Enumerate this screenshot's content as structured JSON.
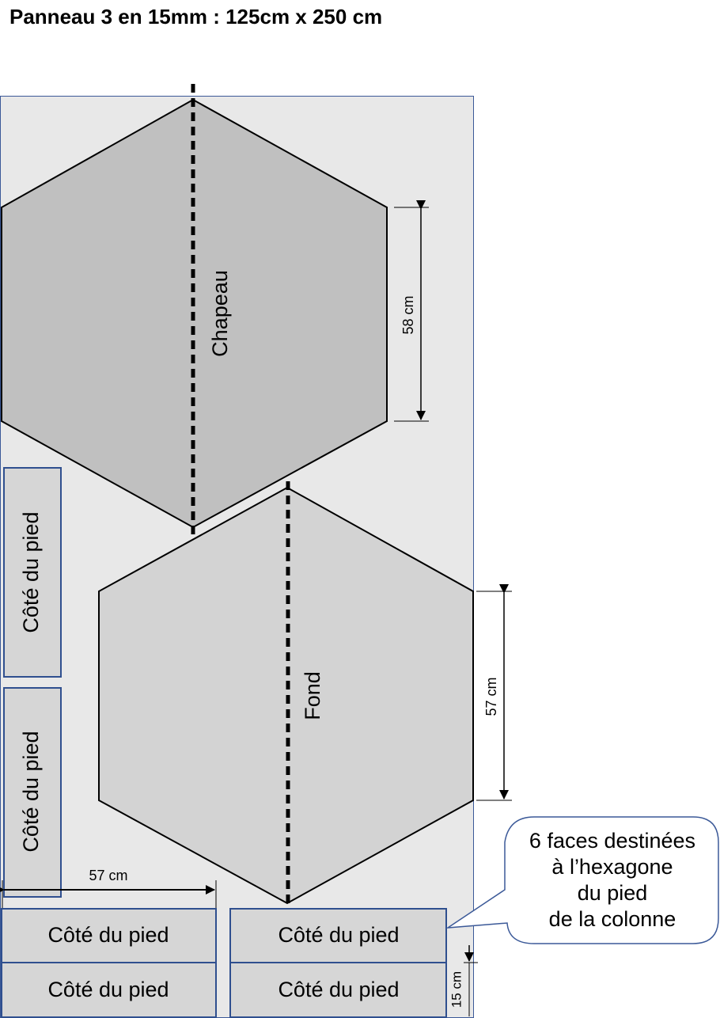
{
  "title": "Panneau 3 en 15mm : 125cm x 250 cm",
  "pieces": {
    "chapeau": "Chapeau",
    "fond": "Fond",
    "cote_du_pied": "Côté du pied"
  },
  "dimensions": {
    "chapeau_height": "58 cm",
    "fond_height": "57 cm",
    "strip_length": "57 cm",
    "strip_width": "15 cm"
  },
  "callout": {
    "lines": [
      "6 faces destinées",
      "à l’hexagone",
      "du pied",
      "de la colonne"
    ]
  },
  "colors": {
    "panel": "#e8e8e8",
    "chapeau": "#c0c0c0",
    "fond": "#d3d3d3",
    "strip_fill": "#d6d6d6",
    "strip_border": "#2f4f8f"
  }
}
